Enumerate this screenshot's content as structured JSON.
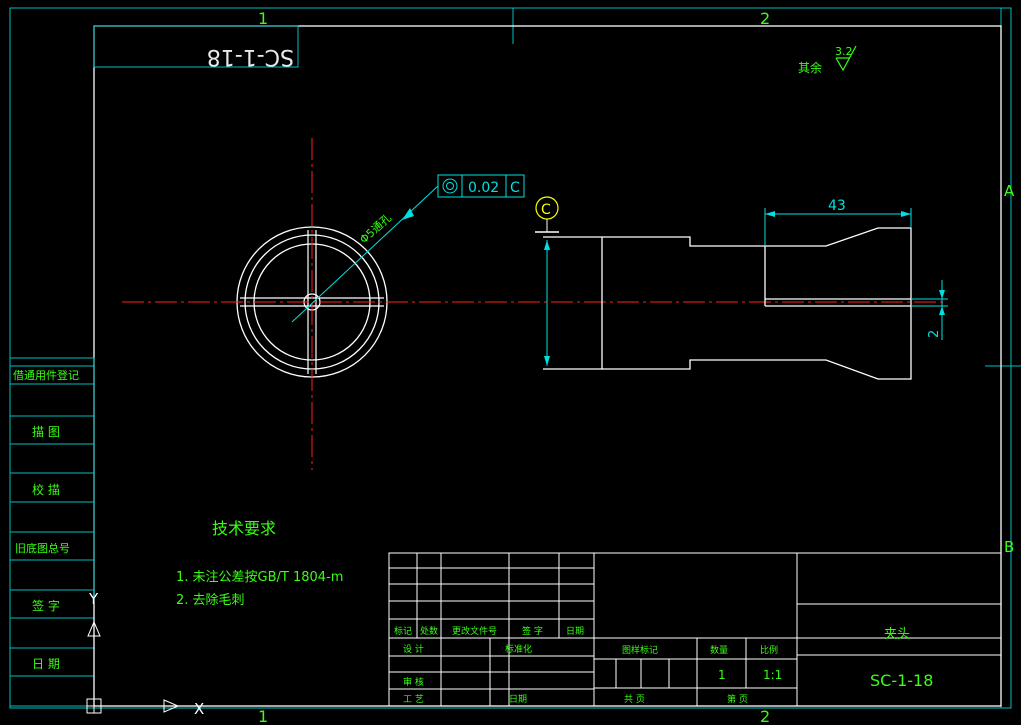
{
  "zone_labels": {
    "top_left": "1",
    "top_right": "2",
    "bottom_left": "1",
    "bottom_right": "2",
    "right_a": "A",
    "right_b": "B"
  },
  "title_block_top": "SC-1-18",
  "roughness": {
    "prefix": "其余",
    "value": "3.2"
  },
  "tolerance_frame": {
    "value": "0.02",
    "datum": "C"
  },
  "datum_bubble": "C",
  "diameter_label": "Φ5通孔",
  "dimensions": {
    "length_43": "43",
    "offset_2": "2"
  },
  "tech_req": {
    "title": "技术要求",
    "items": [
      "1. 未注公差按GB/T 1804-m",
      "2. 去除毛刺"
    ]
  },
  "left_column": [
    "借通用件登记",
    "描 图",
    "校 描",
    "旧底图总号",
    "签 字",
    "日 期"
  ],
  "title_block": {
    "rev_headers": [
      "标记",
      "处数",
      "更改文件号",
      "签 字",
      "日期"
    ],
    "design": "设 计",
    "standardization": "标准化",
    "review": "审 核",
    "process": "工 艺",
    "date": "日期",
    "stage_mark": "图样标记",
    "quantity": "数量",
    "scale": "比例",
    "quantity_value": "1",
    "scale_value": "1:1",
    "total_sheets": "共 页",
    "sheet_no": "第 页",
    "part_name": "夹头",
    "drawing_no": "SC-1-18"
  },
  "ucs": {
    "x": "X",
    "y": "Y"
  },
  "colors": {
    "frame": "#ffffff",
    "zone": "#00c0c0",
    "text": "#39ff14",
    "center": "#ff2020",
    "dimension": "#00e0e0"
  }
}
